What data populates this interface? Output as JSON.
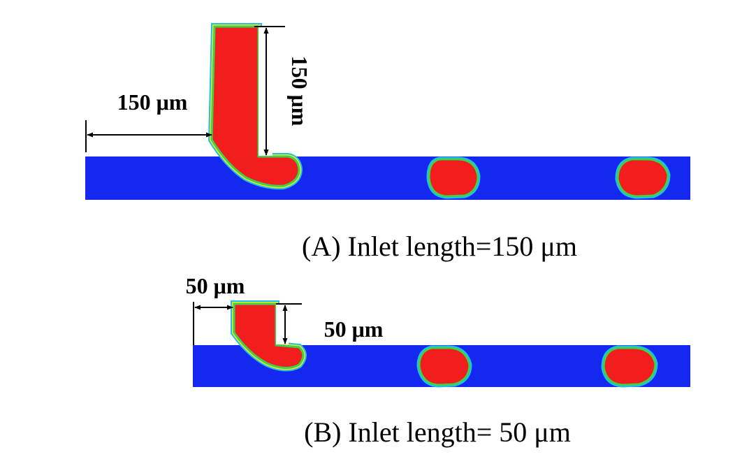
{
  "panel_a": {
    "caption": "(A) Inlet length=150 μm",
    "horizontal_dim_label": "150 μm",
    "vertical_dim_label": "150 μm"
  },
  "panel_b": {
    "caption": "(B) Inlet length= 50 μm",
    "horizontal_dim_label": "50 μm",
    "vertical_dim_label": "50 μm"
  },
  "colors": {
    "continuous_phase": "#1428f0",
    "dispersed_phase": "#f21e1e",
    "interface_green": "#3cd24a",
    "interface_yellow": "#f0e61e",
    "interface_cyan": "#1ebef0"
  }
}
